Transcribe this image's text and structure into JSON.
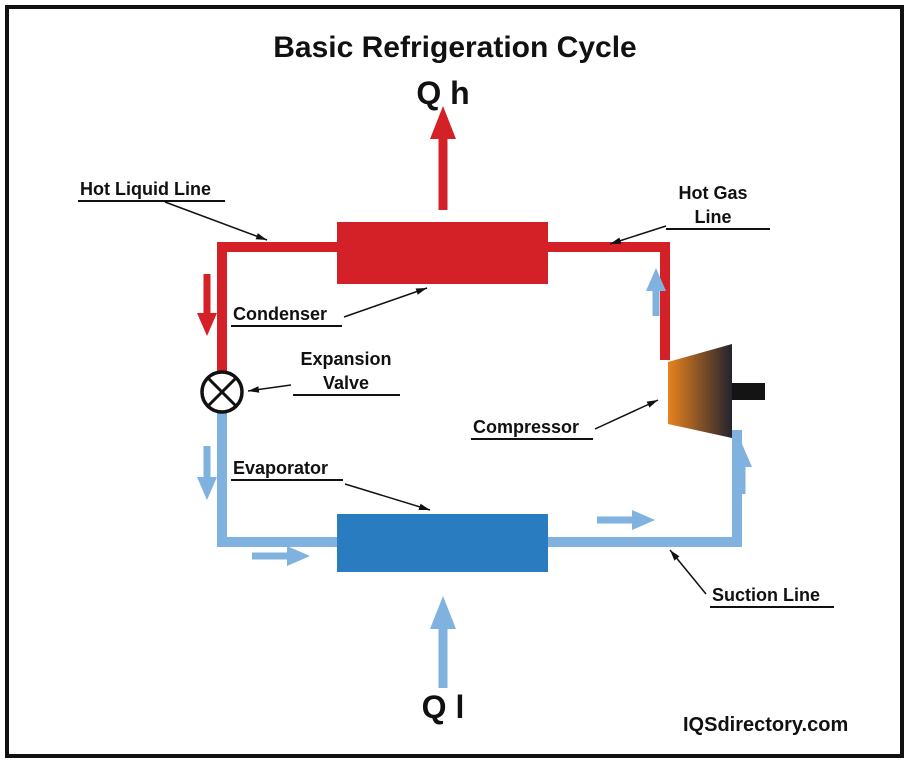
{
  "title": "Basic Refrigeration Cycle",
  "heat_flows": {
    "rejected": "Q h",
    "absorbed": "Q l"
  },
  "components": {
    "condenser": "Condenser",
    "evaporator": "Evaporator",
    "compressor": "Compressor",
    "expansion_valve_line1": "Expansion",
    "expansion_valve_line2": "Valve"
  },
  "lines": {
    "hot_liquid": "Hot Liquid Line",
    "hot_gas_line1": "Hot Gas",
    "hot_gas_line2": "Line",
    "suction": "Suction Line"
  },
  "credit": "IQSdirectory.com",
  "colors": {
    "hot": "#d42128",
    "cold": "#7fb2de",
    "evapfill": "#2a7cc0",
    "compstart": "#e8821e",
    "compend": "#23232e",
    "ink": "#111111",
    "background": "#ffffff"
  }
}
